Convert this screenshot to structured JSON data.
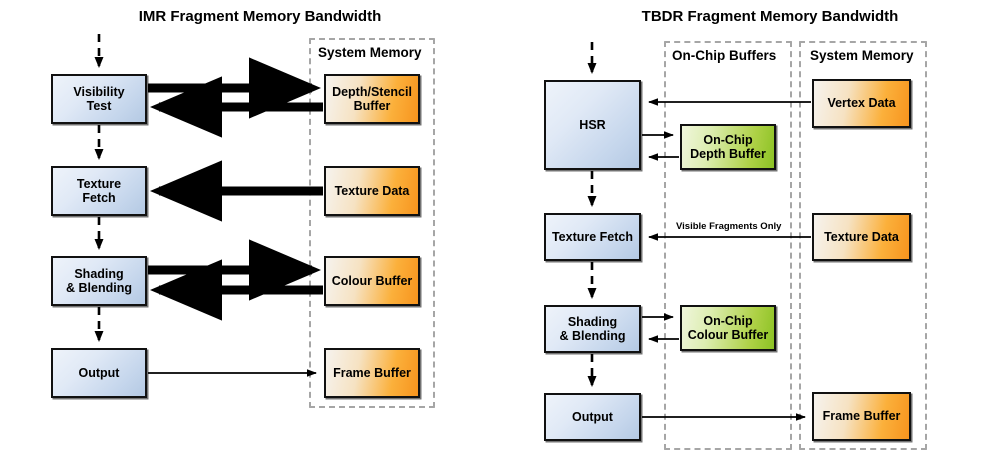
{
  "figure": {
    "left_panel": {
      "title": "IMR Fragment Memory Bandwidth",
      "zones": [
        {
          "label": "System Memory"
        }
      ],
      "pipeline": [
        {
          "label": "Visibility Test",
          "line1": "Visibility",
          "line2": "Test"
        },
        {
          "label": "Texture Fetch",
          "line1": "Texture",
          "line2": "Fetch"
        },
        {
          "label": "Shading & Blending",
          "line1": "Shading",
          "line2": "& Blending"
        },
        {
          "label": "Output",
          "line1": "Output",
          "line2": ""
        }
      ],
      "memory": [
        {
          "label": "Depth/Stencil Buffer",
          "line1": "Depth/Stencil",
          "line2": "Buffer"
        },
        {
          "label": "Texture Data",
          "line1": "Texture Data",
          "line2": ""
        },
        {
          "label": "Colour Buffer",
          "line1": "Colour Buffer",
          "line2": ""
        },
        {
          "label": "Frame Buffer",
          "line1": "Frame Buffer",
          "line2": ""
        }
      ]
    },
    "right_panel": {
      "title": "TBDR Fragment Memory Bandwidth",
      "zones": [
        {
          "label": "On-Chip Buffers"
        },
        {
          "label": "System Memory"
        }
      ],
      "pipeline": [
        {
          "label": "HSR",
          "line1": "HSR",
          "line2": ""
        },
        {
          "label": "Texture Fetch",
          "line1": "Texture Fetch",
          "line2": ""
        },
        {
          "label": "Shading & Blending",
          "line1": "Shading",
          "line2": "& Blending"
        },
        {
          "label": "Output",
          "line1": "Output",
          "line2": ""
        }
      ],
      "onchip": [
        {
          "label": "On-Chip Depth Buffer",
          "line1": "On-Chip",
          "line2": "Depth Buffer"
        },
        {
          "label": "On-Chip Colour Buffer",
          "line1": "On-Chip",
          "line2": "Colour Buffer"
        }
      ],
      "memory": [
        {
          "label": "Vertex Data",
          "line1": "Vertex Data",
          "line2": ""
        },
        {
          "label": "Texture Data",
          "line1": "Texture Data",
          "line2": ""
        },
        {
          "label": "Frame Buffer",
          "line1": "Frame Buffer",
          "line2": ""
        }
      ],
      "edge_labels": [
        {
          "text": "Visible Fragments Only"
        }
      ]
    },
    "colors": {
      "blue_fill": "#c5d6ec",
      "orange_fill": "#f7941e",
      "green_fill": "#8cc224",
      "zone_border": "#a6a6a6",
      "stroke": "#111111",
      "background": "#ffffff"
    }
  }
}
